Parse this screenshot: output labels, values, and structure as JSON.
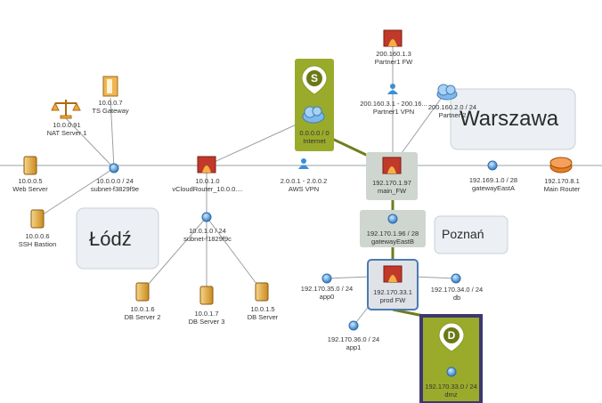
{
  "regions": {
    "warszawa": "Warszawa",
    "poznan": "Poznań",
    "lodz": "Łódź"
  },
  "nodes": {
    "partner1_fw": {
      "line1": "200.160.1.3",
      "line2": "Partner1 FW"
    },
    "partner1_vpn": {
      "line1": "200.160.3.1 - 200.16...",
      "line2": "Partner1 VPN"
    },
    "partner2": {
      "line1": "200.160.2.0 / 24",
      "line2": "Partner 2"
    },
    "internet": {
      "line1": "0.0.0.0 / 0",
      "line2": "Internet",
      "pin": "S"
    },
    "ts_gateway": {
      "line1": "10.0.0.7",
      "line2": "TS Gateway"
    },
    "nat_server": {
      "line1": "10.0.0.91",
      "line2": "NAT Server 1"
    },
    "web_server": {
      "line1": "10.0.0.5",
      "line2": "Web Server"
    },
    "subnet_a": {
      "line1": "10.0.0.0 / 24",
      "line2": "subnet-f3829f9e"
    },
    "vcloud_router": {
      "line1": "10.0.1.0",
      "line2": "vCloudRouter_10.0.0...."
    },
    "aws_vpn": {
      "line1": "2.0.0.1 - 2.0.0.2",
      "line2": "AWS VPN"
    },
    "main_fw": {
      "line1": "192.170.1.97",
      "line2": "main_FW"
    },
    "gateway_east_a": {
      "line1": "192.169.1.0 / 28",
      "line2": "gatewayEastA"
    },
    "main_router": {
      "line1": "192.170.8.1",
      "line2": "Main Router"
    },
    "ssh_bastion": {
      "line1": "10.0.0.6",
      "line2": "SSH Bastion"
    },
    "subnet_b": {
      "line1": "10.0.1.0 / 24",
      "line2": "subnet-f1829f9c"
    },
    "gateway_east_b": {
      "line1": "192.170.1.96 / 28",
      "line2": "gatewayEastB"
    },
    "db_server_2": {
      "line1": "10.0.1.6",
      "line2": "DB Server 2"
    },
    "db_server_3": {
      "line1": "10.0.1.7",
      "line2": "DB Server 3"
    },
    "db_server": {
      "line1": "10.0.1.5",
      "line2": "DB Server"
    },
    "app0": {
      "line1": "192.170.35.0 / 24",
      "line2": "app0"
    },
    "prod_fw": {
      "line1": "192.170.33.1",
      "line2": "prod FW"
    },
    "db": {
      "line1": "192.170.34.0 / 24",
      "line2": "db"
    },
    "app1": {
      "line1": "192.170.36.0 / 24",
      "line2": "app1"
    },
    "dmz": {
      "line1": "192.170.33.0 / 24",
      "line2": "dmz",
      "pin": "D"
    }
  },
  "colors": {
    "link": "#9aa0a6",
    "link_heavy": "#6f7d1e",
    "highlight_green": "#9aab2b",
    "dmz_border": "#3b3870",
    "firewall": "#c0392b",
    "server": "#e0a43a",
    "network_dot": "#3a8fd6",
    "node_box": "#cfd5cf",
    "prod_box": "#dfe3e8"
  }
}
